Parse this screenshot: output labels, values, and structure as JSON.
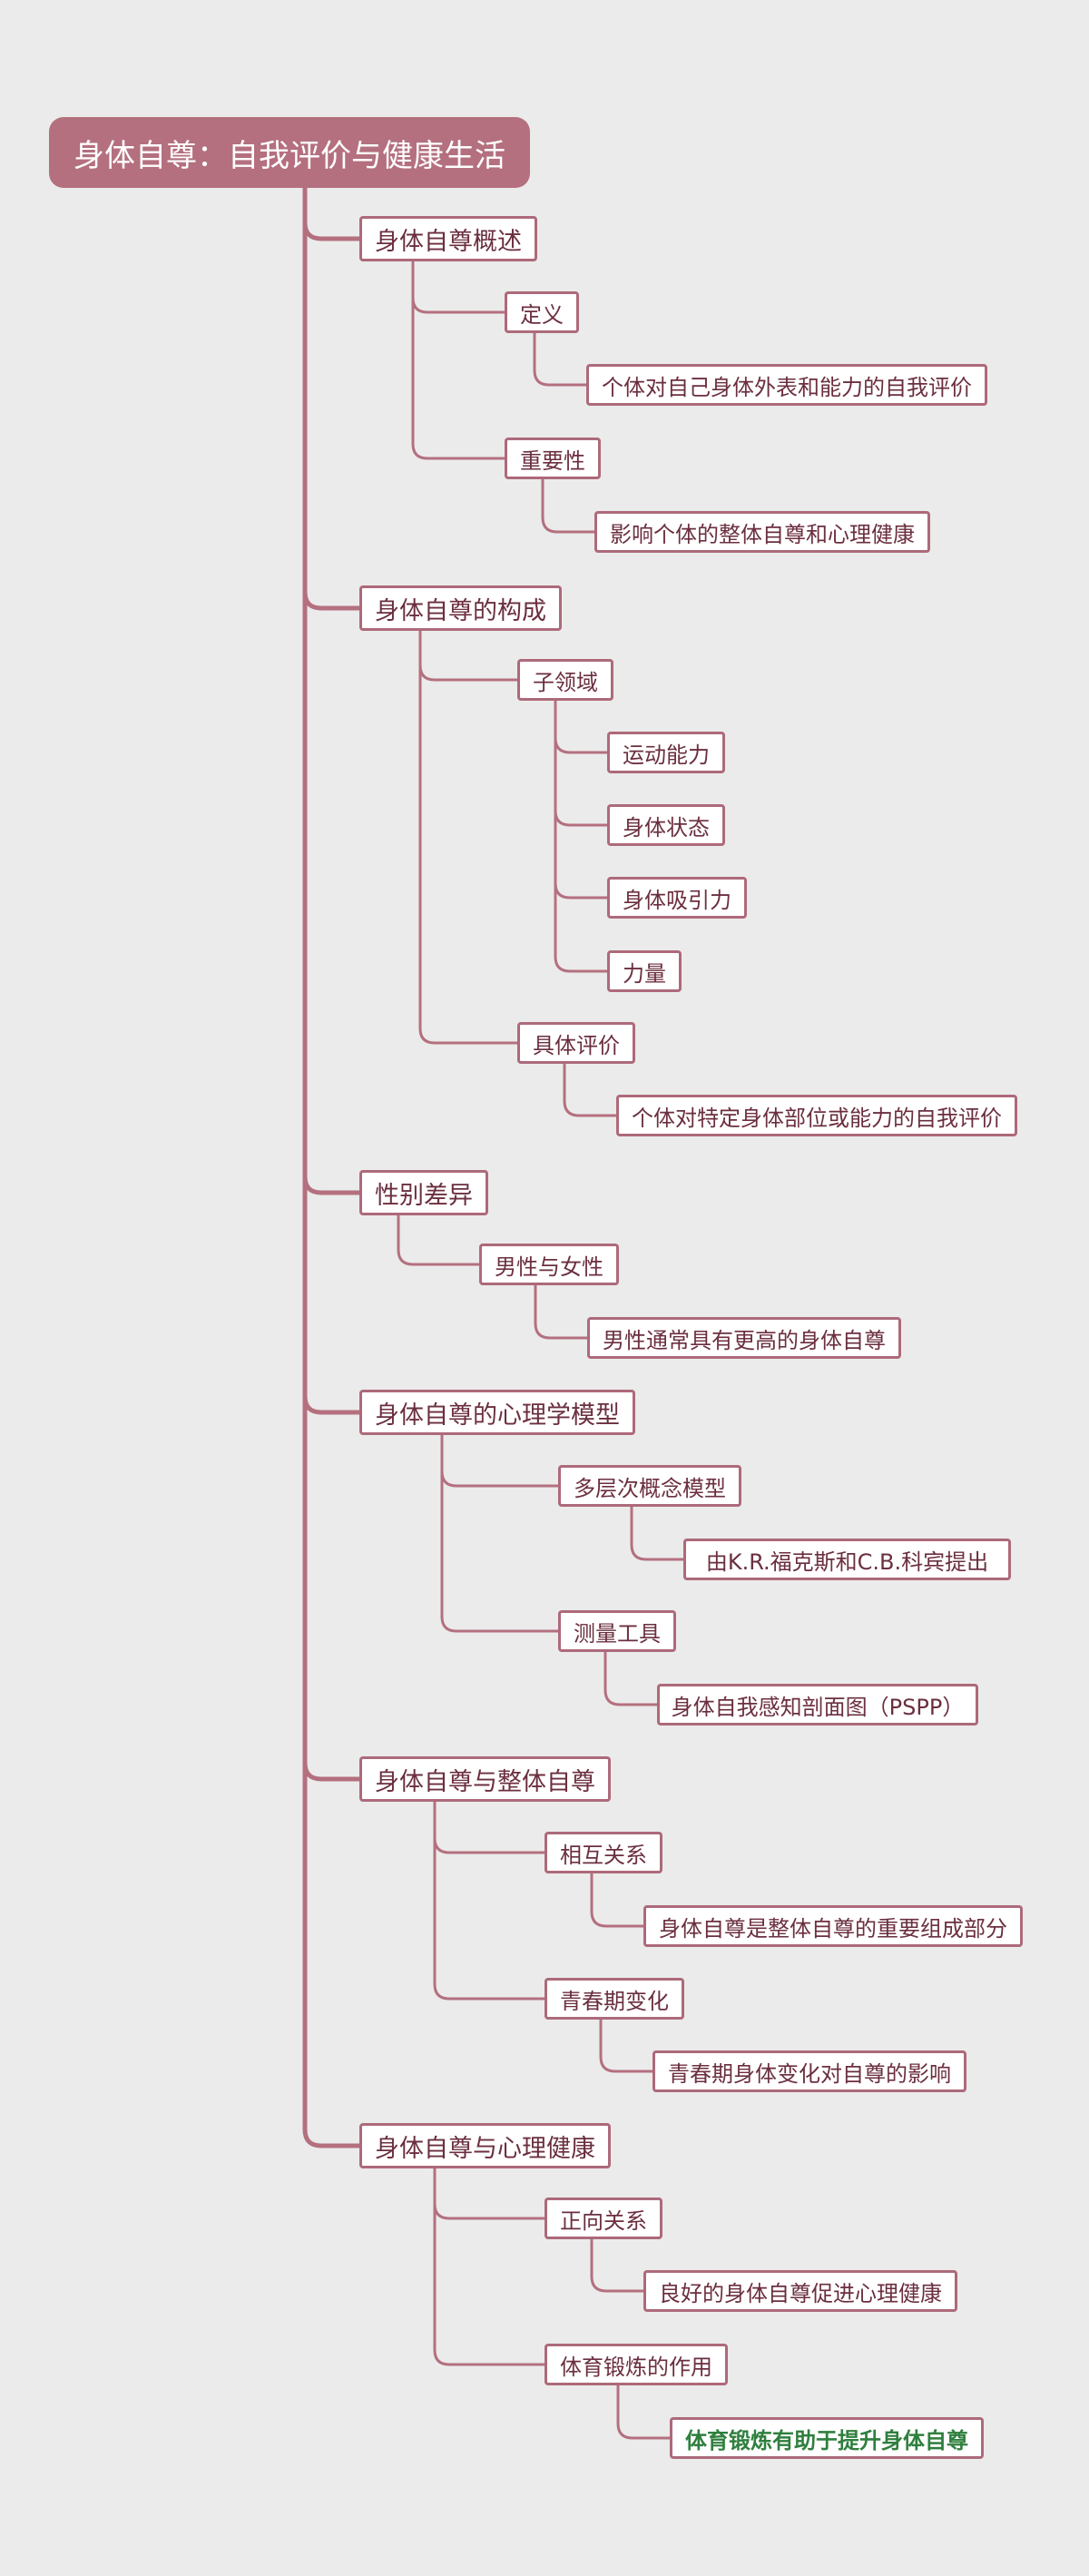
{
  "colors": {
    "background": "#ebebeb",
    "root_fill": "#b4707f",
    "line": "#b4707f",
    "node_border": "#ad6a7a",
    "node_text": "#6b2f3f",
    "highlight_text": "#2f7f3e"
  },
  "mindmap": {
    "root": "身体自尊：自我评价与健康生活",
    "branches": [
      {
        "label": "身体自尊概述",
        "children": [
          {
            "label": "定义",
            "children": [
              {
                "label": "个体对自己身体外表和能力的自我评价"
              }
            ]
          },
          {
            "label": "重要性",
            "children": [
              {
                "label": "影响个体的整体自尊和心理健康"
              }
            ]
          }
        ]
      },
      {
        "label": "身体自尊的构成",
        "children": [
          {
            "label": "子领域",
            "children": [
              {
                "label": "运动能力"
              },
              {
                "label": "身体状态"
              },
              {
                "label": "身体吸引力"
              },
              {
                "label": "力量"
              }
            ]
          },
          {
            "label": "具体评价",
            "children": [
              {
                "label": "个体对特定身体部位或能力的自我评价"
              }
            ]
          }
        ]
      },
      {
        "label": "性别差异",
        "children": [
          {
            "label": "男性与女性",
            "children": [
              {
                "label": "男性通常具有更高的身体自尊"
              }
            ]
          }
        ]
      },
      {
        "label": "身体自尊的心理学模型",
        "children": [
          {
            "label": "多层次概念模型",
            "children": [
              {
                "label": "由K.R.福克斯和C.B.科宾提出"
              }
            ]
          },
          {
            "label": "测量工具",
            "children": [
              {
                "label": "身体自我感知剖面图（PSPP）"
              }
            ]
          }
        ]
      },
      {
        "label": "身体自尊与整体自尊",
        "children": [
          {
            "label": "相互关系",
            "children": [
              {
                "label": "身体自尊是整体自尊的重要组成部分"
              }
            ]
          },
          {
            "label": "青春期变化",
            "children": [
              {
                "label": "青春期身体变化对自尊的影响"
              }
            ]
          }
        ]
      },
      {
        "label": "身体自尊与心理健康",
        "children": [
          {
            "label": "正向关系",
            "children": [
              {
                "label": "良好的身体自尊促进心理健康"
              }
            ]
          },
          {
            "label": "体育锻炼的作用",
            "children": [
              {
                "label": "体育锻炼有助于提升身体自尊",
                "highlight": true
              }
            ]
          }
        ]
      }
    ]
  }
}
